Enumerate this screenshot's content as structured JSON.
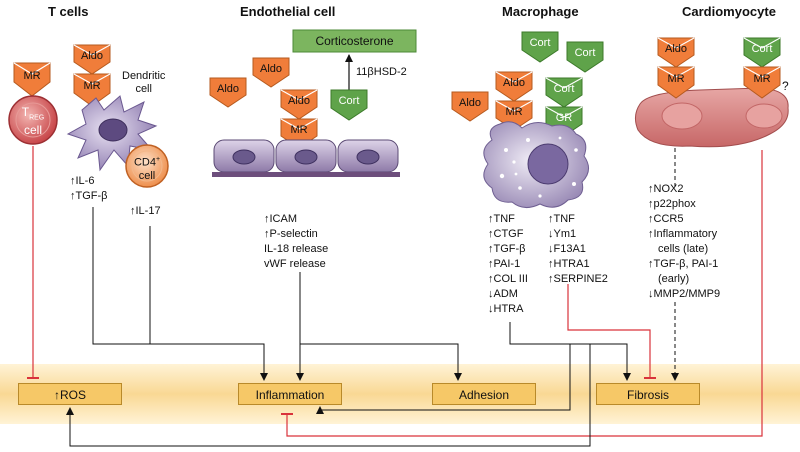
{
  "headers": {
    "tcells": "T cells",
    "endothelial": "Endothelial cell",
    "macrophage": "Macrophage",
    "cardiomyocyte": "Cardiomyocyte"
  },
  "chevrons": {
    "mr": "MR",
    "aldo": "Aldo",
    "cort": "Cort",
    "gr": "GR"
  },
  "cells": {
    "treg": "T",
    "treg_sub": "REG",
    "treg_line2": "cell",
    "dendritic": "Dendritic",
    "dendritic_line2": "cell",
    "cd4": "CD4",
    "cd4_sup": "+",
    "cd4_line2": "cell",
    "unknown_receptor": "?"
  },
  "endothelial": {
    "corticosterone": "Corticosterone",
    "enzyme": "11βHSD-2",
    "effects": [
      "↑ICAM",
      "↑P-selectin",
      "IL-18 release",
      "vWF release"
    ]
  },
  "tcell_effects": {
    "dendritic": [
      "↑IL-6",
      "↑TGF-β"
    ],
    "cd4": [
      "↑IL-17"
    ]
  },
  "macrophage_effects": {
    "mr": [
      "↑TNF",
      "↑CTGF",
      "↑TGF-β",
      "↑PAI-1",
      "↑COL III",
      "↓ADM",
      "↓HTRA"
    ],
    "gr": [
      "↑TNF",
      "↓Ym1",
      "↓F13A1",
      "↑HTRA1",
      "↑SERPINE2"
    ]
  },
  "cardiomyocyte_effects": [
    "↑NOX2",
    "↑p22phox",
    "↑CCR5",
    "↑Inflammatory",
    "cells (late)",
    "↑TGF-β, PAI-1",
    "(early)",
    "↓MMP2/MMP9"
  ],
  "outcomes": {
    "ros": "↑ROS",
    "inflammation": "Inflammation",
    "adhesion": "Adhesion",
    "fibrosis": "Fibrosis"
  },
  "colors": {
    "aldo_orange": "#f07d3a",
    "cort_green": "#5fa34a",
    "outcome_box": "#f6c867",
    "inhibition_red": "#d9333b",
    "cell_purple": "#9d8ab8",
    "cardiomyocyte_pink": "#cf6f6f"
  }
}
